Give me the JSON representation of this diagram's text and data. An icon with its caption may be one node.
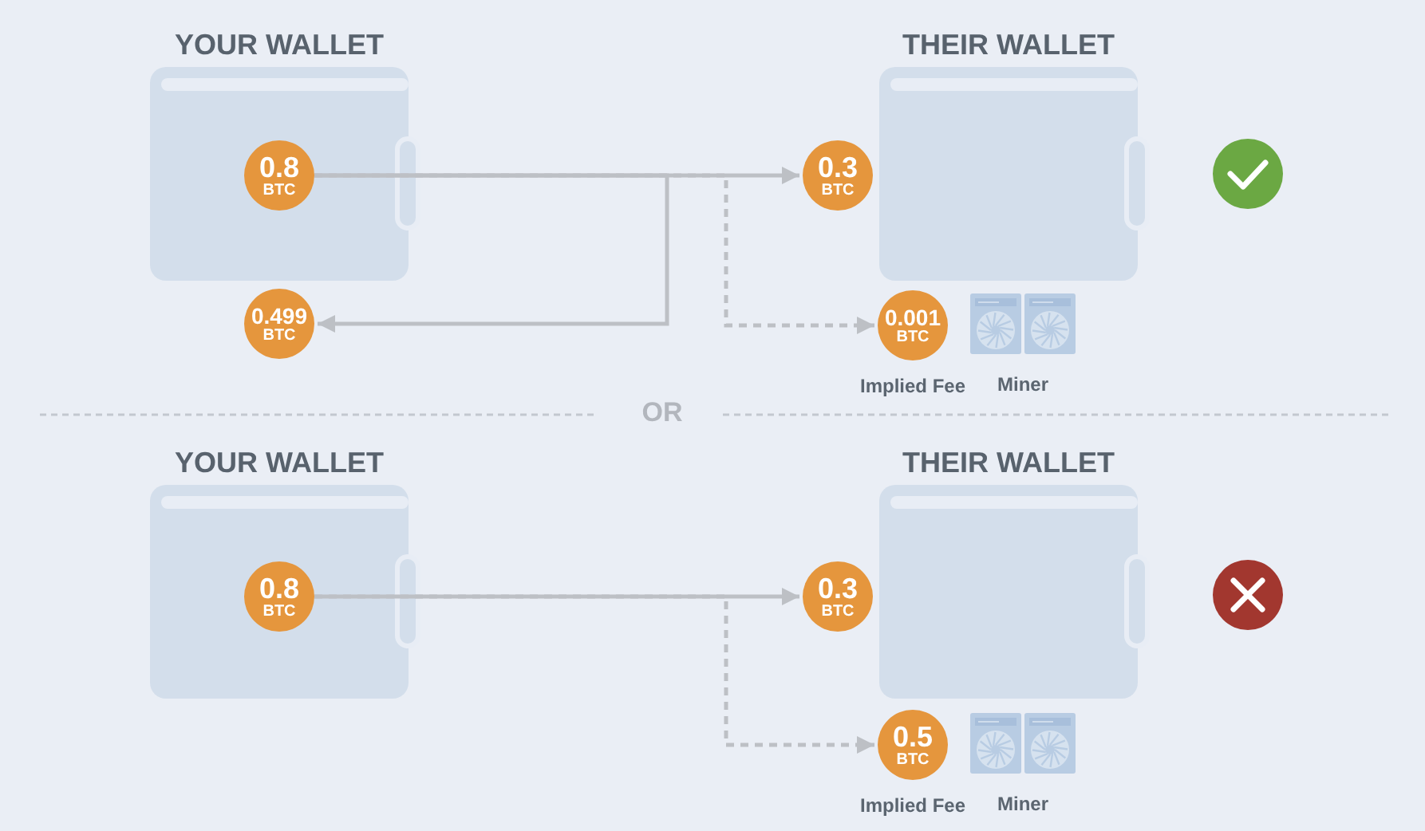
{
  "diagram": {
    "nodes": [
      {
        "text": [
          "YOUR WALLET"
        ]
      },
      {
        "text": [
          "0.8",
          "BTC"
        ],
        "in": 0
      },
      {
        "text": [
          "THEIR WALLET"
        ]
      },
      {
        "text": [
          "0.3",
          "BTC"
        ]
      },
      {
        "text": [
          "0.499",
          "BTC"
        ]
      },
      {
        "text": [
          "0.001",
          "BTC"
        ],
        "beside": [
          "Implied Fee"
        ]
      },
      {
        "text": [
          "YOUR WALLET"
        ]
      },
      {
        "text": [
          "0.8",
          "BTC"
        ],
        "in": 6
      },
      {
        "text": [
          "THEIR WALLET"
        ]
      },
      {
        "text": [
          "0.3",
          "BTC"
        ]
      },
      {
        "text": [
          "0.5",
          "BTC"
        ],
        "beside": [
          "Implied Fee"
        ]
      }
    ],
    "edges": [
      {
        "from": 1,
        "to": 3,
        "arrow": "to"
      },
      {
        "from": 1,
        "to": 4,
        "arrow": "to"
      },
      {
        "from": 1,
        "to": 5,
        "arrow": "to",
        "style": "dashed"
      },
      {
        "from": 7,
        "to": 9,
        "arrow": "to"
      },
      {
        "from": 7,
        "to": 10,
        "arrow": "to",
        "style": "dashed"
      }
    ],
    "labels": [
      "Miner",
      "OR",
      "Miner"
    ]
  }
}
